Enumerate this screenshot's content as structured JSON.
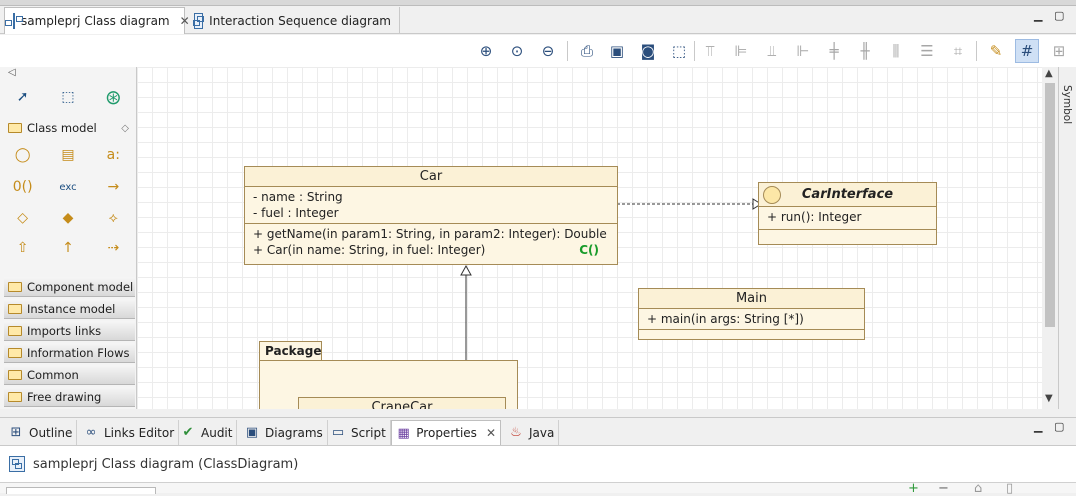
{
  "editor_tabs": [
    {
      "label": "sampleprj Class diagram",
      "active": true
    },
    {
      "label": "Interaction Sequence diagram",
      "active": false
    }
  ],
  "toolbar": {
    "buttons": [
      "zoom-in",
      "zoom-reset",
      "zoom-out",
      "print",
      "save",
      "snapshot",
      "select-area",
      "align-top",
      "align-left",
      "align-bottom",
      "align-right",
      "align-center-vertical",
      "align-center-horizontal",
      "distribute-horizontal",
      "distribute-vertical",
      "same-size",
      "format-painter",
      "grid-toggle",
      "layout"
    ]
  },
  "palette": {
    "group_open": "Class model",
    "drawers": [
      "Component model",
      "Instance model",
      "Imports links",
      "Information Flows",
      "Common",
      "Free drawing"
    ],
    "tools_text": {
      "attr": "a:",
      "op": "0()",
      "exc": "exc"
    }
  },
  "diagram": {
    "car": {
      "name": "Car",
      "attributes": [
        "- name : String",
        "- fuel : Integer"
      ],
      "operations": [
        "+ getName(in param1: String, in param2: Integer): Double",
        "+ Car(in name: String, in fuel: Integer)"
      ],
      "ctor_badge": "C()"
    },
    "carinterface": {
      "name": "CarInterface",
      "operations": [
        "+ run(): Integer"
      ]
    },
    "main": {
      "name": "Main",
      "operations": [
        "+ main(in args: String [*])"
      ]
    },
    "package": {
      "name": "Package"
    },
    "cranecar": {
      "name": "CraneCar"
    }
  },
  "right_sidebar": {
    "label": "Symbol"
  },
  "bottom_tabs": [
    {
      "label": "Outline",
      "active": false
    },
    {
      "label": "Links Editor",
      "active": false
    },
    {
      "label": "Audit",
      "active": false
    },
    {
      "label": "Diagrams",
      "active": false
    },
    {
      "label": "Script",
      "active": false
    },
    {
      "label": "Properties",
      "active": true
    },
    {
      "label": "Java",
      "active": false
    }
  ],
  "properties": {
    "title": "sampleprj Class diagram (ClassDiagram)"
  },
  "colors": {
    "class_fill": "#fdf6e3",
    "class_border": "#a58b56",
    "ctor_badge": "#189b2a"
  }
}
